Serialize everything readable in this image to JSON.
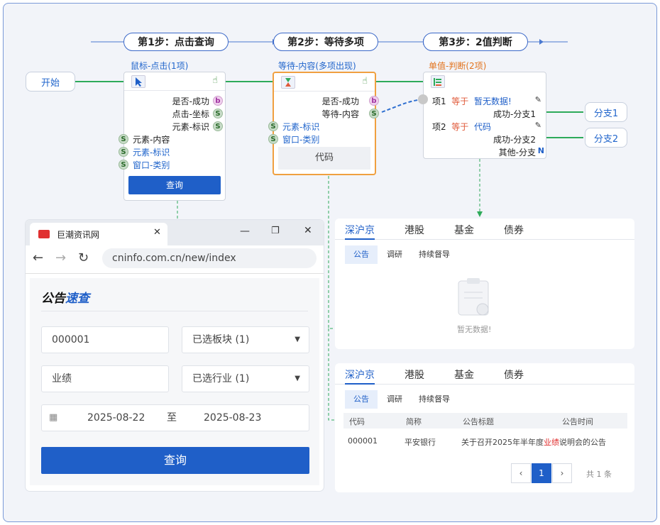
{
  "steps": [
    "第1步：点击查询",
    "第2步：等待多项",
    "第3步：2值判断"
  ],
  "start": "开始",
  "node1": {
    "title": "鼠标-点击(1项)",
    "outputs": [
      [
        "是否-成功",
        "b"
      ],
      [
        "点击-坐标",
        "S"
      ],
      [
        "元素-标识",
        "S"
      ]
    ],
    "inputs": [
      "元素-内容",
      "元素-标识",
      "窗口-类别"
    ],
    "button": "查询"
  },
  "node2": {
    "title": "等待-内容(多项出现)",
    "outputs": [
      [
        "是否-成功",
        "b"
      ],
      [
        "等待-内容",
        "S"
      ]
    ],
    "inputs": [
      "元素-标识",
      "窗口-类别"
    ],
    "content": "代码"
  },
  "node3": {
    "title": "单值-判断(2项)",
    "item1": {
      "label": "项1",
      "op": "等于",
      "value": "暂无数据!"
    },
    "out1": "成功-分支1",
    "item2": {
      "label": "项2",
      "op": "等于",
      "value": "代码"
    },
    "out2": "成功-分支2",
    "out3": "其他-分支",
    "out3badge": "N"
  },
  "branches": [
    "分支1",
    "分支2"
  ],
  "browser": {
    "tab_title": "巨潮资讯网",
    "url": "cninfo.com.cn/new/index",
    "brand_a": "公告",
    "brand_b": "速查",
    "code": "000001",
    "board": "已选板块 (1)",
    "keyword": "业绩",
    "industry": "已选行业 (1)",
    "date_from": "2025-08-22",
    "date_to_sep": "至",
    "date_to": "2025-08-23",
    "search": "查询"
  },
  "panel1": {
    "tabs": [
      "深沪京",
      "港股",
      "基金",
      "债券"
    ],
    "subtabs": [
      "公告",
      "调研",
      "持续督导"
    ],
    "empty": "暂无数据!"
  },
  "panel2": {
    "tabs": [
      "深沪京",
      "港股",
      "基金",
      "债券"
    ],
    "subtabs": [
      "公告",
      "调研",
      "持续督导"
    ],
    "headers": [
      "代码",
      "简称",
      "公告标题",
      "公告时间"
    ],
    "row": {
      "code": "000001",
      "name": "平安银行",
      "title_a": "关于召开2025年半年度",
      "title_hl": "业绩",
      "title_b": "说明会的公告"
    },
    "page": "1",
    "total": "共 1 条"
  },
  "colors": {
    "accent": "#1f5fc8",
    "active_border": "#f0a040",
    "link_green": "#2eaa5a"
  }
}
